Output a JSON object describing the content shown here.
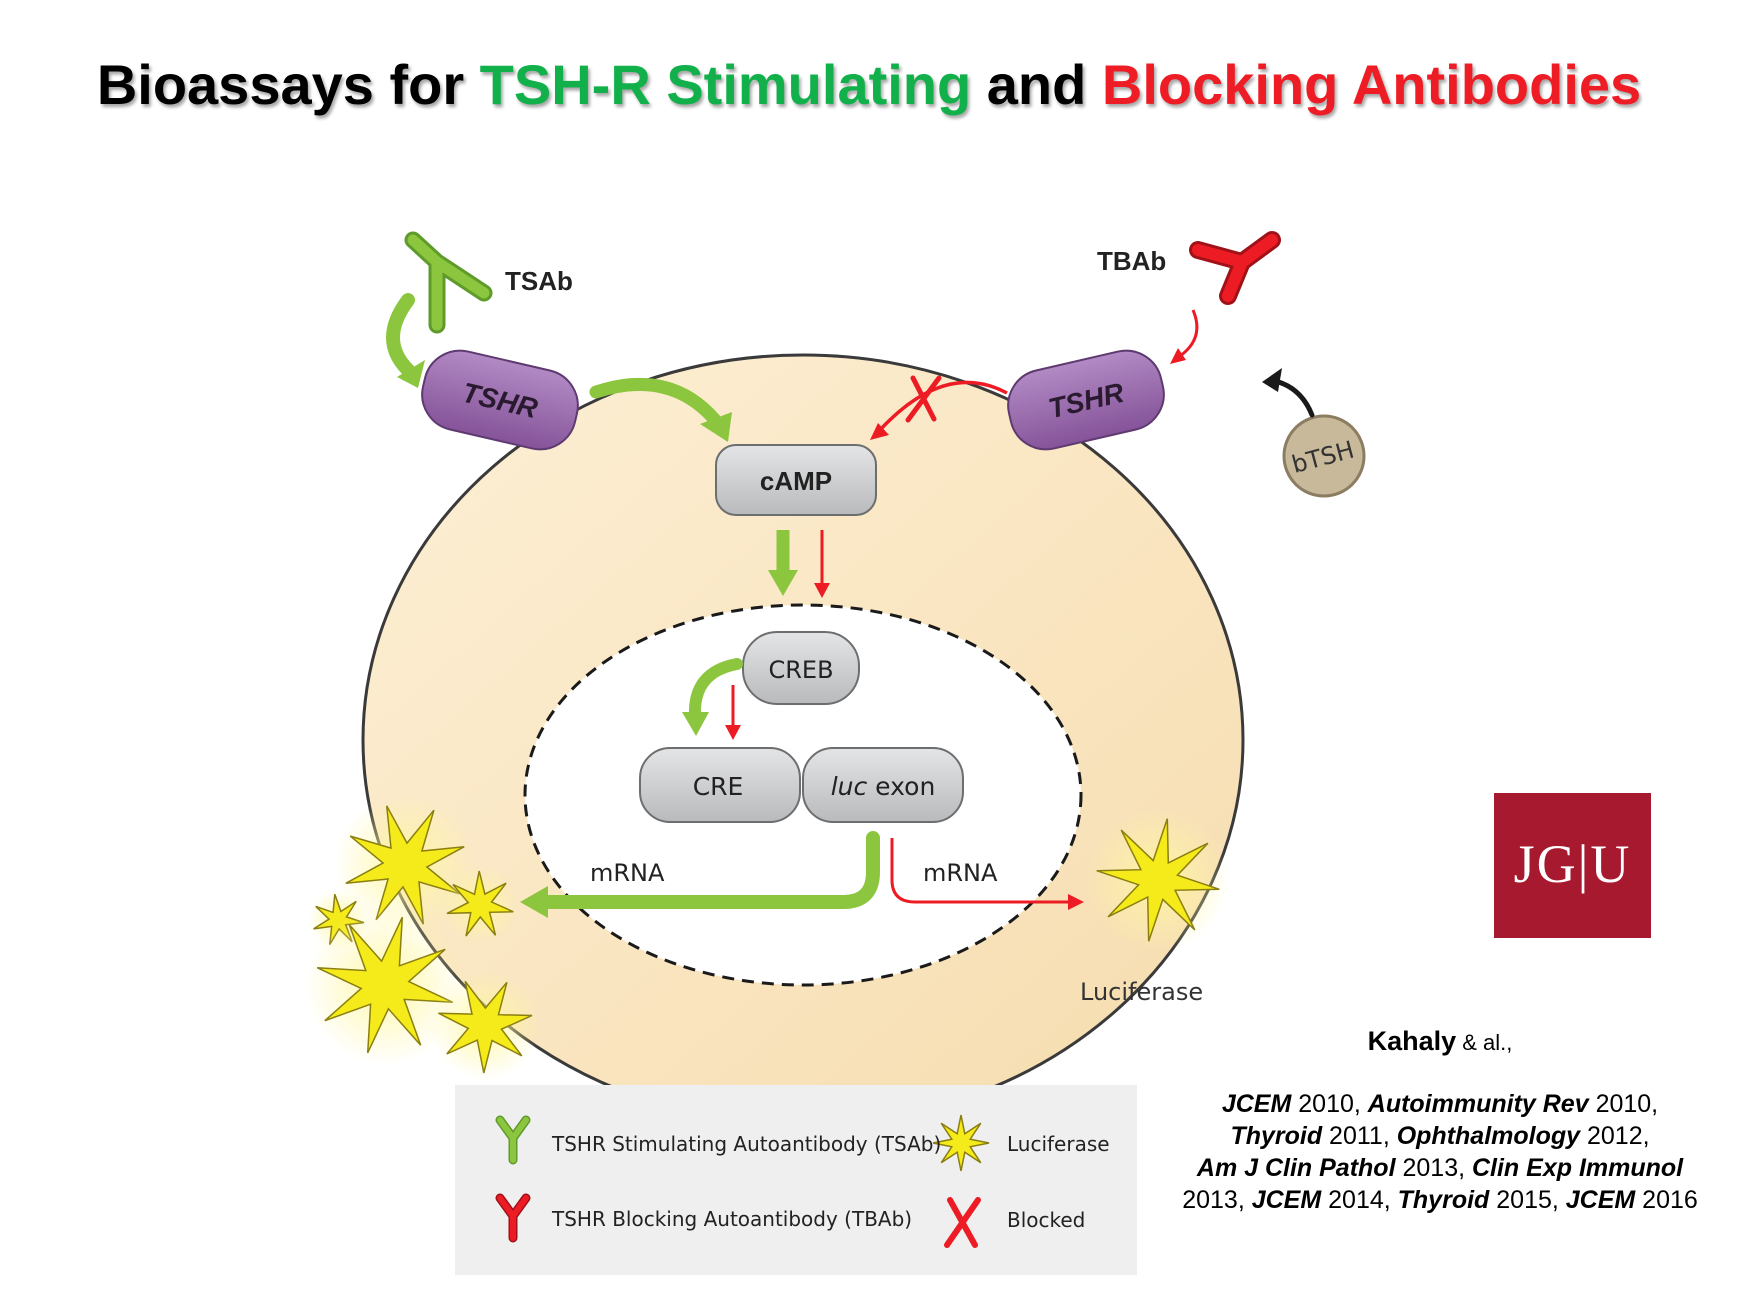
{
  "title": {
    "part1": "Bioassays for ",
    "part2": "TSH-R Stimulating",
    "part3": " and ",
    "part4": "Blocking Antibodies"
  },
  "labels": {
    "tsab": "TSAb",
    "tbab": "TBAb",
    "tshr_left": "TSHR",
    "tshr_right": "TSHR",
    "btsh": "bTSH",
    "camp": "cAMP",
    "creb": "CREB",
    "cre": "CRE",
    "luc_italic": "luc",
    "luc_rest": " exon",
    "mrna_left": "mRNA",
    "mrna_right": "mRNA",
    "luciferase": "Luciferase"
  },
  "legend": {
    "stimulating": "TSHR Stimulating Autoantibody (TSAb)",
    "blocking": "TSHR Blocking Autoantibody (TBAb)",
    "luciferase": "Luciferase",
    "blocked": "Blocked"
  },
  "reference": {
    "author": "Kahaly",
    "etal": " & al.,",
    "j1": "JCEM",
    "y1": " 2010, ",
    "j2": "Autoimmunity Rev",
    "y2": " 2010,",
    "j3": "Thyroid",
    "y3": " 2011, ",
    "j4": "Ophthalmology",
    "y4": " 2012,",
    "j5": "Am J Clin Pathol",
    "y5": " 2013, ",
    "j6": "Clin Exp Immunol",
    "y6": "2013, ",
    "j7": "JCEM",
    "y7": " 2014, ",
    "j8": "Thyroid",
    "y8": " 2015, ",
    "j9": "JCEM",
    "y9": " 2016"
  },
  "logo": {
    "text": "JG|U"
  },
  "colors": {
    "green_title": "#12b04a",
    "red_title": "#ee1c24",
    "arrow_green": "#8cc63f",
    "arrow_red": "#ed1c24",
    "cell_fill": "#fbe8c6",
    "tshr_fill": "#9b6bb0",
    "box_fill": "#cfd0d2",
    "btsh_fill": "#c8b99a",
    "star_fill": "#f5ea1a",
    "logo_bg": "#a6192e",
    "legend_bg": "#efefef"
  },
  "icons": {
    "antibody": "y-shaped-antibody-icon",
    "star": "starburst-icon",
    "blocked": "x-mark-icon"
  }
}
